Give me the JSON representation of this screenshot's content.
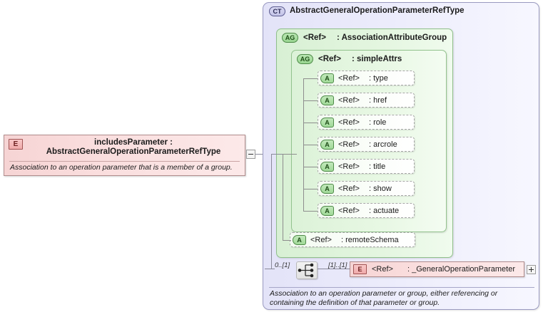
{
  "element_box": {
    "badge": "E",
    "name": "includesParameter",
    "separator": ":",
    "type": "AbstractGeneralOperationParameterRefType",
    "title": "includesParameter : AbstractGeneralOperationParameterRefType",
    "annotation": "Association to an operation parameter that is a member of a group.",
    "collapse_toggle": "minus-toggle"
  },
  "complex_type": {
    "badge": "CT",
    "name": "AbstractGeneralOperationParameterRefType",
    "annotation": "Association to an operation parameter or group, either referencing or containing the definition of that parameter or group."
  },
  "attribute_group_outer": {
    "badge": "AG",
    "ref": "<Ref>",
    "separator": ":",
    "name": "AssociationAttributeGroup"
  },
  "attribute_group_inner": {
    "badge": "AG",
    "ref": "<Ref>",
    "separator": ":",
    "name": "simpleAttrs"
  },
  "attributes": [
    {
      "badge": "A",
      "ref": "<Ref>",
      "name": ": type"
    },
    {
      "badge": "A",
      "ref": "<Ref>",
      "name": ": href"
    },
    {
      "badge": "A",
      "ref": "<Ref>",
      "name": ": role"
    },
    {
      "badge": "A",
      "ref": "<Ref>",
      "name": ": arcrole"
    },
    {
      "badge": "A",
      "ref": "<Ref>",
      "name": ": title"
    },
    {
      "badge": "A",
      "ref": "<Ref>",
      "name": ": show"
    },
    {
      "badge": "A",
      "ref": "<Ref>",
      "name": ": actuate"
    }
  ],
  "remote_schema": {
    "badge": "A",
    "ref": "<Ref>",
    "name": ": remoteSchema"
  },
  "sequence_row": {
    "cardinality_left": "0..[1]",
    "cardinality_right": "[1]..[1]",
    "compositor": "choice-compositor-icon",
    "element_ref": {
      "badge": "E",
      "ref": "<Ref>",
      "separator": ":",
      "name": ": _GeneralOperationParameter"
    },
    "expand_toggle": "plus-toggle"
  },
  "colors": {
    "element_pink": "#f6d4d4",
    "complex_type_lavender": "#e3e3f8",
    "group_green": "#d8f0d4",
    "attr_white": "#f4fbf2",
    "border_gray": "#8a8a9a"
  }
}
